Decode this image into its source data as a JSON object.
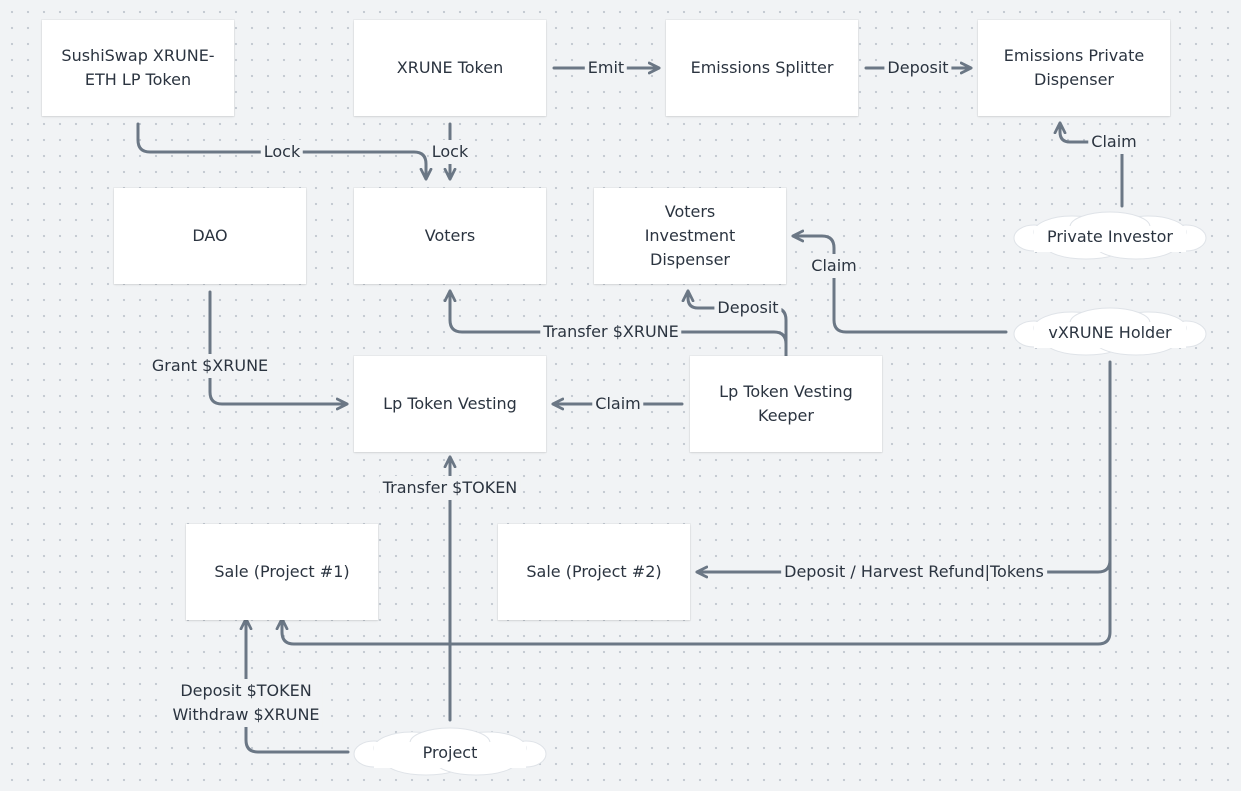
{
  "nodes": {
    "sushiswap_lp": "SushiSwap XRUNE-ETH LP Token",
    "xrune_token": "XRUNE Token",
    "emissions_splitter": "Emissions Splitter",
    "emissions_private_dispenser": "Emissions Private Dispenser",
    "dao": "DAO",
    "voters": "Voters",
    "voters_investment_dispenser": "Voters Investment Dispenser",
    "private_investor": "Private Investor",
    "vxrune_holder": "vXRUNE Holder",
    "lp_token_vesting": "Lp Token Vesting",
    "lp_token_vesting_keeper": "Lp Token Vesting Keeper",
    "sale_project_1": "Sale (Project #1)",
    "sale_project_2": "Sale (Project #2)",
    "project": "Project"
  },
  "edges": {
    "emit": "Emit",
    "deposit_splitter": "Deposit",
    "lock_lp": "Lock",
    "lock_xrune": "Lock",
    "claim_private": "Claim",
    "claim_vxrune": "Claim",
    "deposit_keeper": "Deposit",
    "transfer_xrune": "Transfer $XRUNE",
    "grant_xrune": "Grant $XRUNE",
    "claim_keeper": "Claim",
    "transfer_token": "Transfer $TOKEN",
    "deposit_harvest": "Deposit / Harvest Refund|Tokens",
    "deposit_token": "Deposit $TOKEN",
    "withdraw_xrune": "Withdraw $XRUNE"
  },
  "colors": {
    "edge": "#6b7785",
    "text": "#2b3440",
    "box": "#ffffff",
    "background": "#f1f3f5",
    "grid_dot": "#c3c9d1"
  }
}
